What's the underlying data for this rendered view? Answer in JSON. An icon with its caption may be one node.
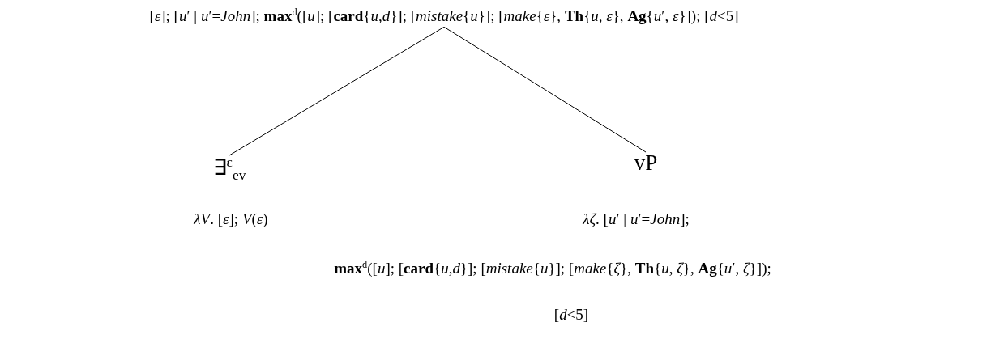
{
  "diagram": {
    "nodes": [
      {
        "text": [
          "[*ε*]; [*u*′ | *u*′=*John*]; **max**$^{d}$([*u*]; [**card**{*u*,*d*}]; [*mistake*{*u*}]; [*make*{*ε*}, **Th**{*u*, *ε*}, **Ag**{*u*′, *ε*}]); [*d*<5]"
        ]
      },
      {
        "text": [
          "∃$^{ε}$$_{ev}$"
        ],
        "beside": [
          "*λV*. [*ε*]; *V*(*ε*)"
        ]
      },
      {
        "text": [
          "vP"
        ],
        "beside": [
          "*λζ*. [*u*′ | *u*′=*John*];",
          "**max**$^{d}$([*u*]; [**card**{*u*,*d*}]; [*mistake*{*u*}]; [*make*{*ζ*}, **Th**{*u*, *ζ*}, **Ag**{*u*′, *ζ*}]);",
          "[*d*<5]"
        ]
      }
    ],
    "edges": [
      {
        "from": 0,
        "to": 1,
        "arrow": "none"
      },
      {
        "from": 0,
        "to": 2,
        "arrow": "none"
      }
    ]
  }
}
